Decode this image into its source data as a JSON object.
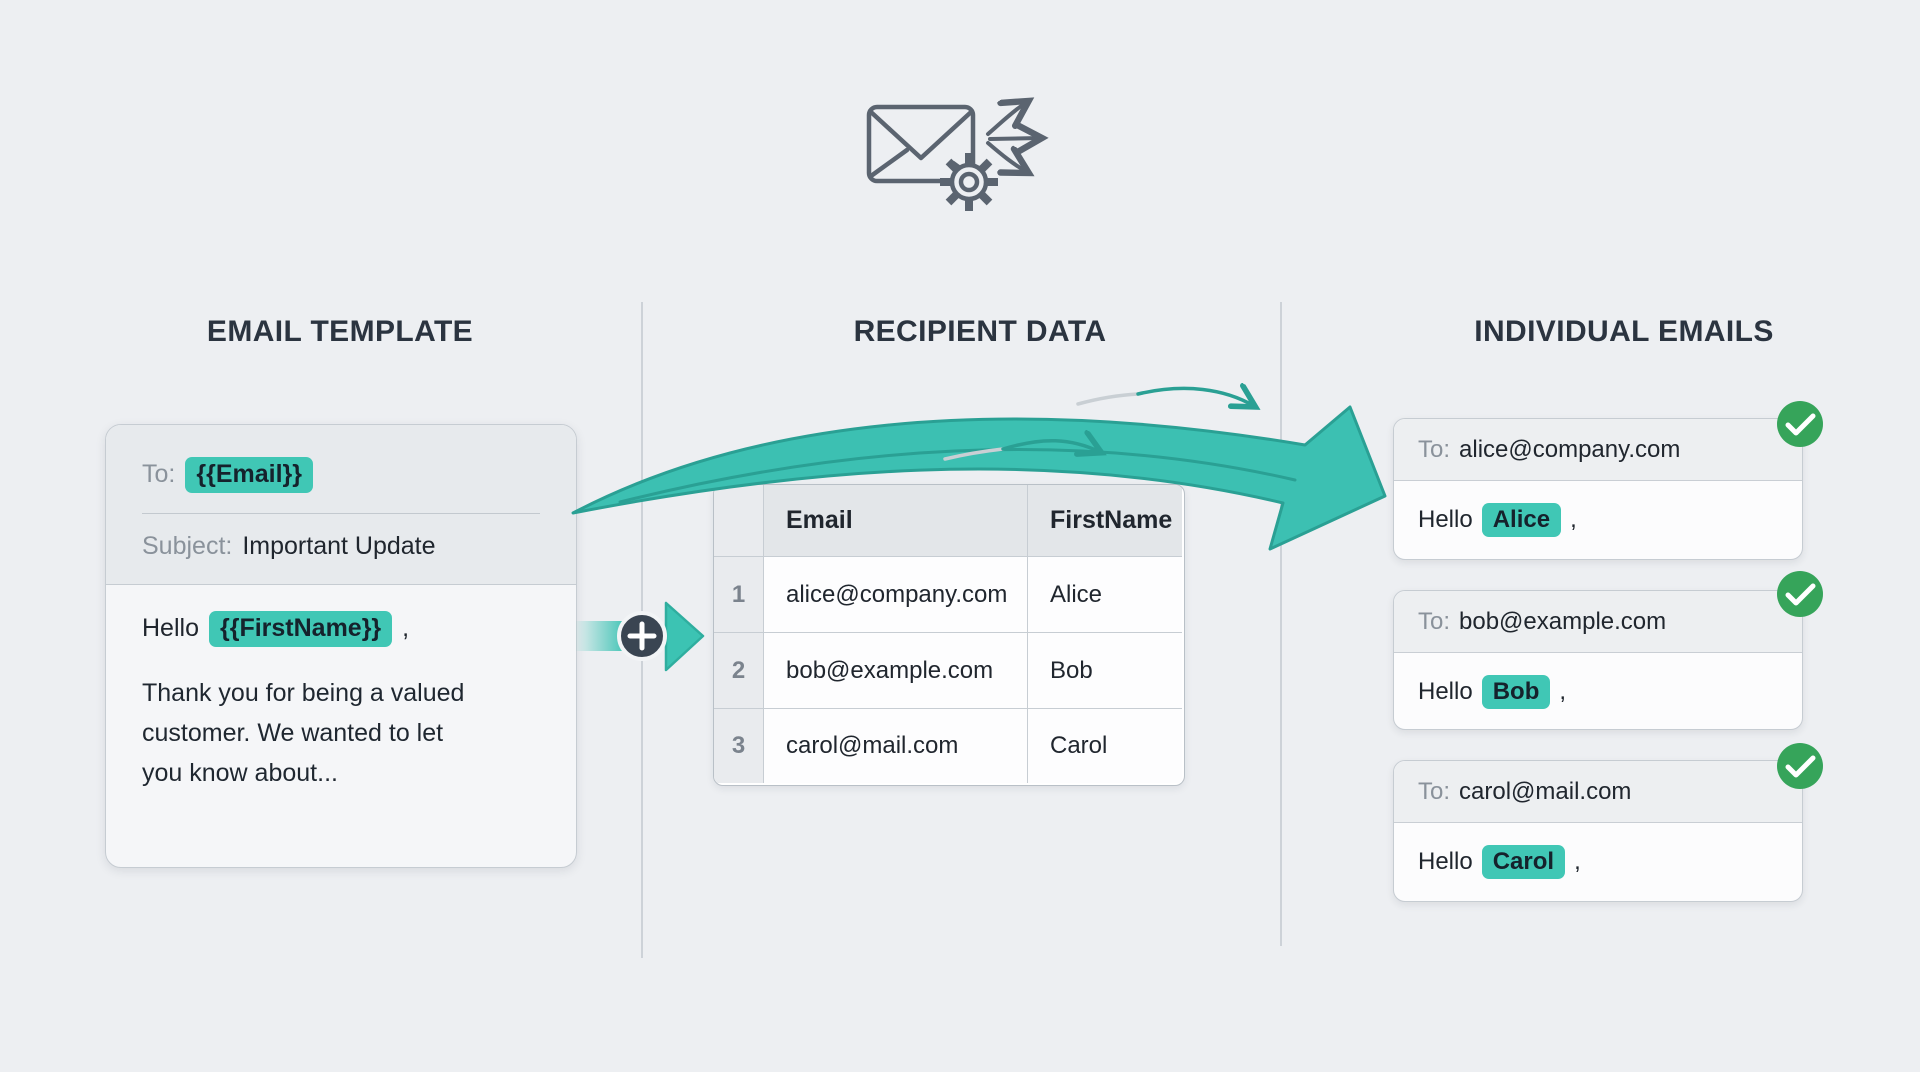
{
  "titles": {
    "col1": "EMAIL TEMPLATE",
    "col2": "RECIPIENT DATA",
    "col3": "INDIVIDUAL EMAILS"
  },
  "template_card": {
    "to_label": "To:",
    "to_chip": "{{Email}}",
    "subject_label": "Subject:",
    "subject_value": "Important Update",
    "greeting_prefix": "Hello",
    "greeting_chip": "{{FirstName}}",
    "greeting_suffix": ",",
    "body_lines": [
      "Thank you for being a valued",
      "customer. We wanted to let",
      "you know about..."
    ]
  },
  "table": {
    "columns": [
      "Email",
      "FirstName"
    ],
    "rows": [
      {
        "num": "1",
        "email": "alice@company.com",
        "firstname": "Alice"
      },
      {
        "num": "2",
        "email": "bob@example.com",
        "firstname": "Bob"
      },
      {
        "num": "3",
        "email": "carol@mail.com",
        "firstname": "Carol"
      }
    ]
  },
  "emails": [
    {
      "to_label": "To:",
      "address": "alice@company.com",
      "greeting_prefix": "Hello",
      "name": "Alice",
      "greeting_suffix": ","
    },
    {
      "to_label": "To:",
      "address": "bob@example.com",
      "greeting_prefix": "Hello",
      "name": "Bob",
      "greeting_suffix": ","
    },
    {
      "to_label": "To:",
      "address": "carol@mail.com",
      "greeting_prefix": "Hello",
      "name": "Carol",
      "greeting_suffix": ","
    }
  ],
  "icons": {
    "header": "mail-merge-icon",
    "merge": "plus-icon",
    "status": "check-icon"
  },
  "colors": {
    "teal": "#3CC0B2",
    "teal_dark": "#2AA094",
    "chip": "#40C7B5",
    "green": "#36A45A",
    "ink": "#20262E",
    "muted": "#8A929B",
    "heading": "#2B3440"
  }
}
